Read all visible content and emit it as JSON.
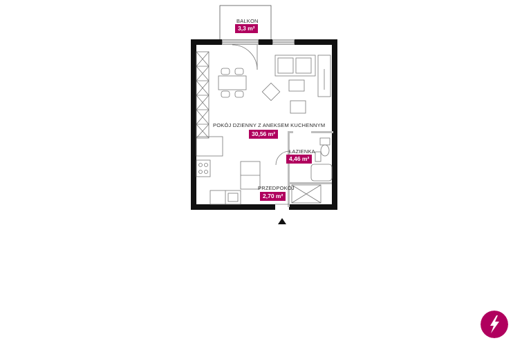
{
  "rooms": [
    {
      "id": "balcony",
      "name": "BALKON",
      "area": "3,3 m²"
    },
    {
      "id": "living",
      "name": "POKÓJ DZIENNY Z ANEKSEM KUCHENNYM",
      "area": "30,56 m²"
    },
    {
      "id": "bathroom",
      "name": "ŁAZIENKA",
      "area": "4,46 m²"
    },
    {
      "id": "hallway",
      "name": "PRZEDPOKÓJ",
      "area": "2,70 m²"
    }
  ],
  "colors": {
    "accent": "#b0005e",
    "wall": "#111111",
    "furniture": "#6f6f6f"
  },
  "icons": {
    "entrance": "entrance-arrow-icon",
    "logo": "brand-logo-icon"
  }
}
